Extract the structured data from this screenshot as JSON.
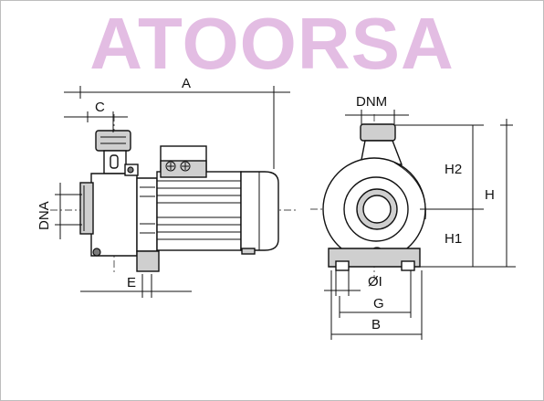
{
  "watermark": "ATOORSA",
  "dimensions": {
    "A": "A",
    "C": "C",
    "DNA": "DNA",
    "E": "E",
    "DNM": "DNM",
    "H": "H",
    "H1": "H1",
    "H2": "H2",
    "OI": "ØI",
    "G": "G",
    "B": "B"
  },
  "colors": {
    "watermark": "#e3bde3",
    "line": "#111111",
    "shade": "#cfcfcf"
  }
}
